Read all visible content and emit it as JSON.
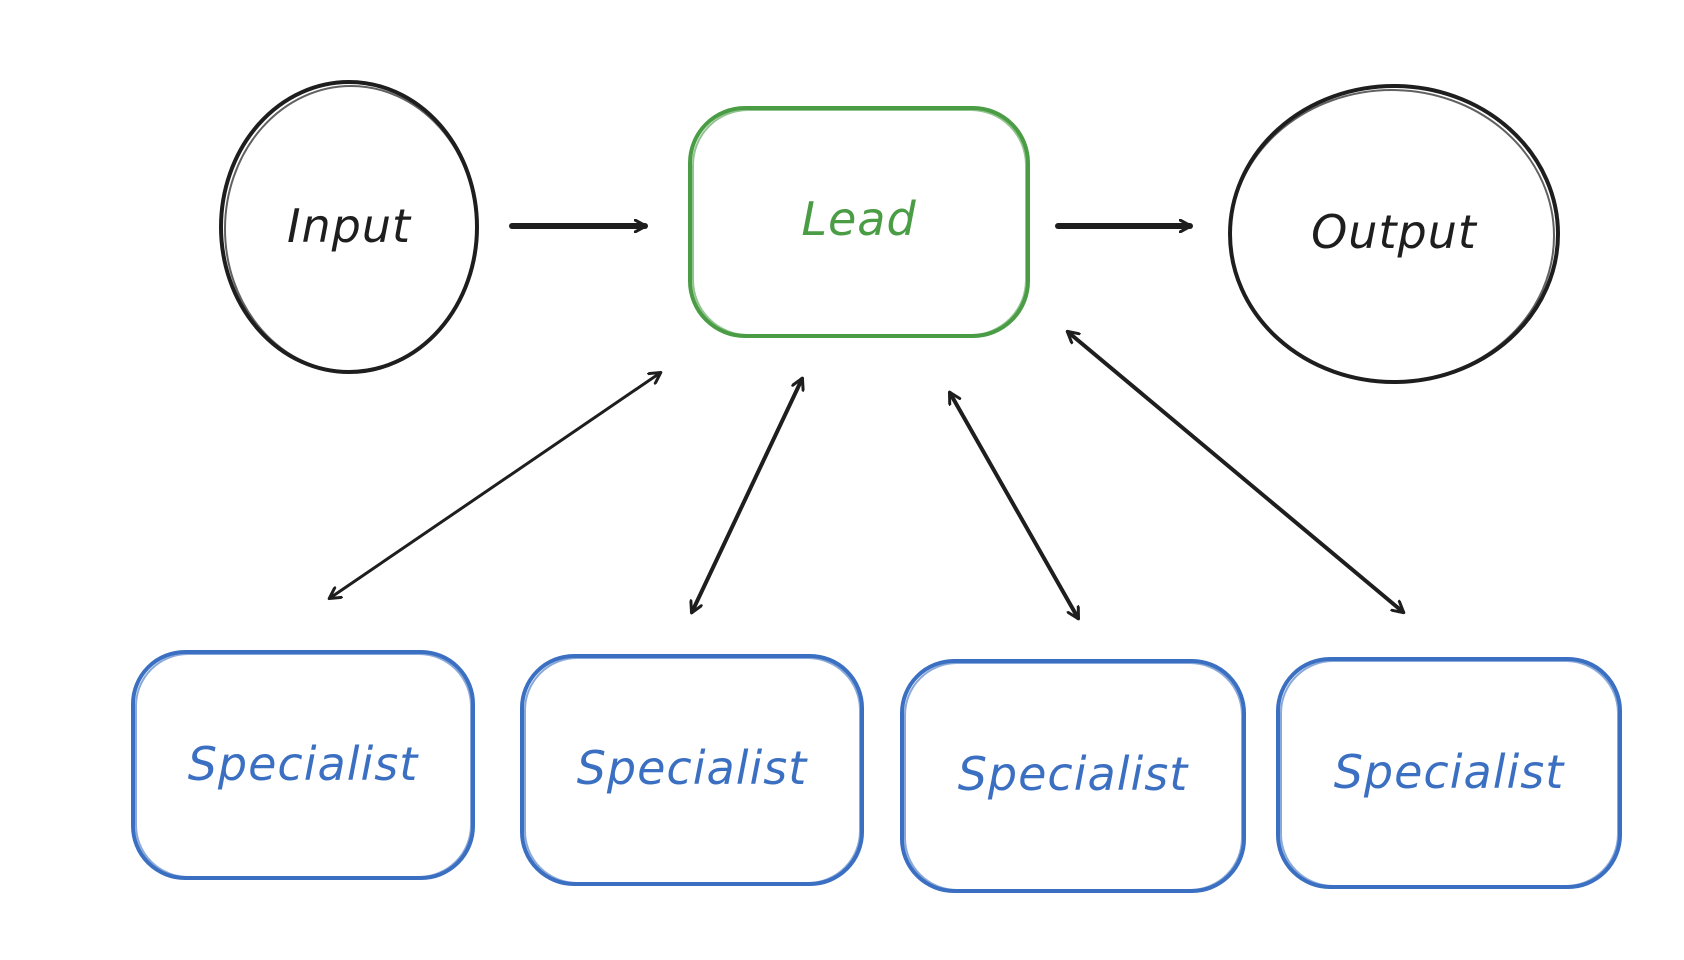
{
  "colors": {
    "ink": "#1e1e1e",
    "lead": "#4a9c45",
    "specialist": "#3b6fc1",
    "background": "#ffffff"
  },
  "nodes": {
    "input": {
      "label": "Input",
      "shape": "circle"
    },
    "lead": {
      "label": "Lead",
      "shape": "rounded-rectangle"
    },
    "output": {
      "label": "Output",
      "shape": "circle"
    },
    "specialists": [
      {
        "label": "Specialist",
        "shape": "rounded-rectangle"
      },
      {
        "label": "Specialist",
        "shape": "rounded-rectangle"
      },
      {
        "label": "Specialist",
        "shape": "rounded-rectangle"
      },
      {
        "label": "Specialist",
        "shape": "rounded-rectangle"
      }
    ]
  },
  "edges": [
    {
      "from": "input",
      "to": "lead",
      "direction": "one-way"
    },
    {
      "from": "lead",
      "to": "output",
      "direction": "one-way"
    },
    {
      "from": "lead",
      "to": "specialist-1",
      "direction": "two-way"
    },
    {
      "from": "lead",
      "to": "specialist-2",
      "direction": "two-way"
    },
    {
      "from": "lead",
      "to": "specialist-3",
      "direction": "two-way"
    },
    {
      "from": "lead",
      "to": "specialist-4",
      "direction": "two-way"
    }
  ]
}
